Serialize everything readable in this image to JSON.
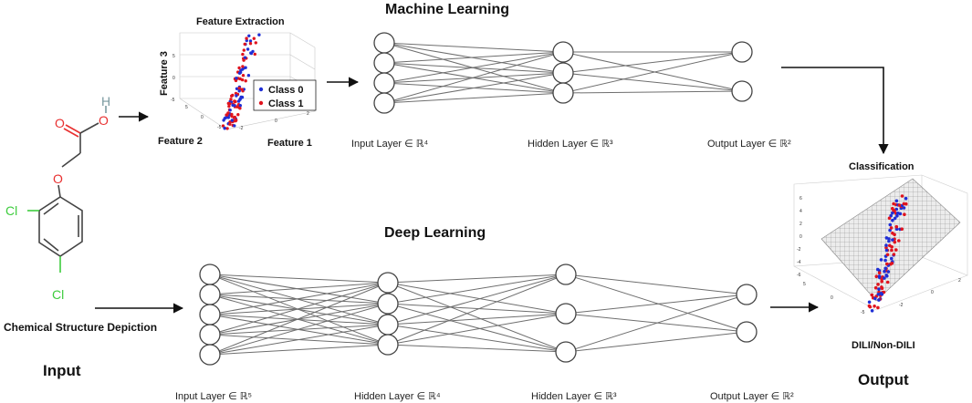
{
  "labels": {
    "ml_title": "Machine Learning",
    "dl_title": "Deep Learning",
    "feature_extraction": "Feature Extraction",
    "feature1": "Feature 1",
    "feature2": "Feature 2",
    "feature3": "Feature 3",
    "class0": "Class 0",
    "class1": "Class 1",
    "chem_caption": "Chemical Structure Depiction",
    "input": "Input",
    "output": "Output",
    "classification": "Classification",
    "dili": "DILI/Non-DILI"
  },
  "molecule": {
    "atom_O1": "O",
    "atom_O2": "O",
    "atom_H": "H",
    "atom_O3": "O",
    "atom_Cl1": "Cl",
    "atom_Cl2": "Cl"
  },
  "ml_network": {
    "layers": [
      {
        "nodes": 4,
        "label": "Input Layer ∈ ℝ⁴"
      },
      {
        "nodes": 3,
        "label": "Hidden Layer ∈ ℝ³"
      },
      {
        "nodes": 2,
        "label": "Output Layer ∈ ℝ²"
      }
    ]
  },
  "dl_network": {
    "layers": [
      {
        "nodes": 5,
        "label": "Input Layer ∈ ℝ⁵"
      },
      {
        "nodes": 4,
        "label": "Hidden Layer ∈ ℝ⁴"
      },
      {
        "nodes": 3,
        "label": "Hidden Layer ∈ ℝ³"
      },
      {
        "nodes": 2,
        "label": "Output Layer ∈ ℝ²"
      }
    ]
  },
  "scatter_ticks": {
    "z": [
      "5",
      "0",
      "-5"
    ],
    "x": [
      "5",
      "0",
      "-5"
    ],
    "y": [
      "-2",
      "0",
      "2"
    ]
  },
  "output_plot_ticks": {
    "z": [
      "6",
      "4",
      "2",
      "0",
      "-2",
      "-4",
      "-6"
    ],
    "x": [
      "5",
      "0",
      "-5"
    ],
    "y": [
      "-2",
      "0",
      "2"
    ]
  },
  "colors": {
    "class0": "#1f2fd6",
    "class1": "#e0141e",
    "node_stroke": "#444444",
    "edge": "#6e6e6e",
    "arrow": "#111111",
    "oxygen": "#e83030",
    "hydrogen": "#7a9aa0",
    "chlorine": "#3dcc3d"
  }
}
